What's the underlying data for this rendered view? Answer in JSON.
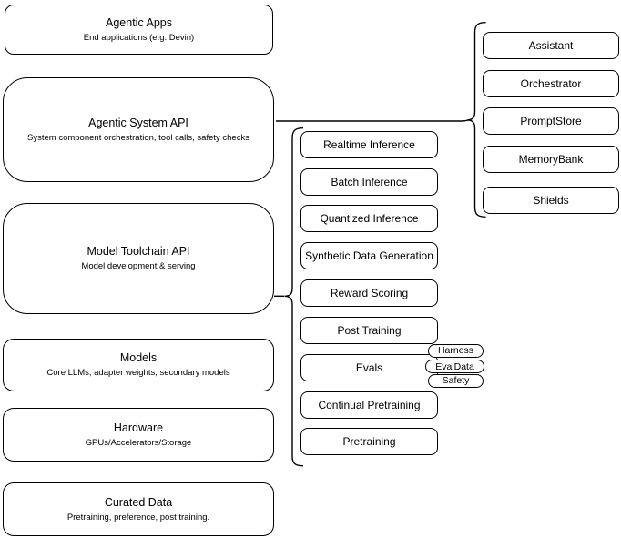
{
  "diagram_title": "Agentic system stack diagram",
  "colors": {
    "stroke": "#000000",
    "fill": "#ffffff",
    "background": "#ffffff",
    "text": "#000000"
  },
  "stack": {
    "boxes": [
      {
        "title": "Agentic Apps",
        "subtitle": "End applications (e.g. Devin)"
      },
      {
        "title": "Agentic System API",
        "subtitle": "System component orchestration, tool calls, safety checks"
      },
      {
        "title": "Model Toolchain API",
        "subtitle": "Model development & serving"
      },
      {
        "title": "Models",
        "subtitle": "Core LLMs, adapter weights, secondary models"
      },
      {
        "title": "Hardware",
        "subtitle": "GPUs/Accelerators/Storage"
      },
      {
        "title": "Curated Data",
        "subtitle": "Pretraining, preference, post training."
      }
    ]
  },
  "toolchain_services": {
    "items": [
      {
        "label": "Realtime Inference"
      },
      {
        "label": "Batch Inference"
      },
      {
        "label": "Quantized Inference"
      },
      {
        "label": "Synthetic Data Generation"
      },
      {
        "label": "Reward Scoring"
      },
      {
        "label": "Post Training"
      },
      {
        "label": "Evals"
      },
      {
        "label": "Continual Pretraining"
      },
      {
        "label": "Pretraining"
      }
    ]
  },
  "evals_tags": {
    "items": [
      {
        "label": "Harness"
      },
      {
        "label": "EvalData"
      },
      {
        "label": "Safety"
      }
    ]
  },
  "system_components": {
    "items": [
      {
        "label": "Assistant"
      },
      {
        "label": "Orchestrator"
      },
      {
        "label": "PromptStore"
      },
      {
        "label": "MemoryBank"
      },
      {
        "label": "Shields"
      }
    ]
  }
}
